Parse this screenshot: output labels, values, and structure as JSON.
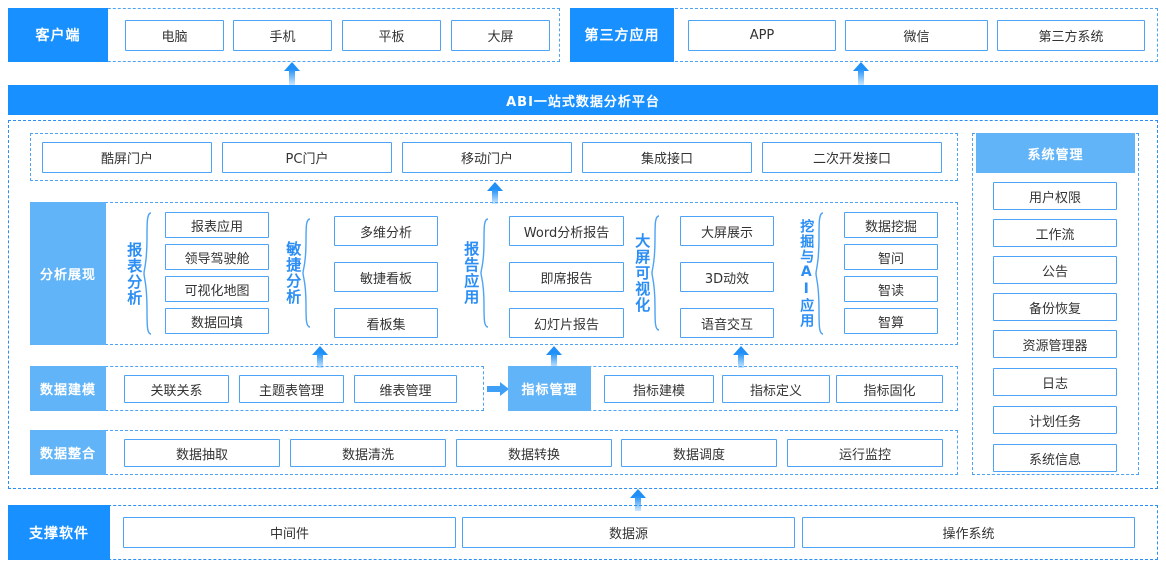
{
  "platform": {
    "title": "ABI一站式数据分析平台"
  },
  "top": {
    "client": {
      "label": "客户端",
      "items": [
        "电脑",
        "手机",
        "平板",
        "大屏"
      ]
    },
    "thirdparty": {
      "label": "第三方应用",
      "items": [
        "APP",
        "微信",
        "第三方系统"
      ]
    }
  },
  "portals": {
    "items": [
      "酷屏门户",
      "PC门户",
      "移动门户",
      "集成接口",
      "二次开发接口"
    ]
  },
  "analysis": {
    "label": "分析展现",
    "groups": [
      {
        "name": "报表分析",
        "items": [
          "报表应用",
          "领导驾驶舱",
          "可视化地图",
          "数据回填"
        ]
      },
      {
        "name": "敏捷分析",
        "items": [
          "多维分析",
          "敏捷看板",
          "看板集"
        ]
      },
      {
        "name": "报告应用",
        "items": [
          "Word分析报告",
          "即席报告",
          "幻灯片报告"
        ]
      },
      {
        "name": "大屏可视化",
        "items": [
          "大屏展示",
          "3D动效",
          "语音交互"
        ]
      },
      {
        "name": "挖掘与AI应用",
        "items": [
          "数据挖掘",
          "智问",
          "智读",
          "智算"
        ]
      }
    ]
  },
  "modeling": {
    "label": "数据建模",
    "items": [
      "关联关系",
      "主题表管理",
      "维表管理"
    ],
    "metric_label": "指标管理",
    "metric_items": [
      "指标建模",
      "指标定义",
      "指标固化"
    ]
  },
  "integration": {
    "label": "数据整合",
    "items": [
      "数据抽取",
      "数据清洗",
      "数据转换",
      "数据调度",
      "运行监控"
    ]
  },
  "sysmgmt": {
    "label": "系统管理",
    "items": [
      "用户权限",
      "工作流",
      "公告",
      "备份恢复",
      "资源管理器",
      "日志",
      "计划任务",
      "系统信息"
    ]
  },
  "support": {
    "label": "支撑软件",
    "items": [
      "中间件",
      "数据源",
      "操作系统"
    ]
  },
  "colors": {
    "primary": "#1890ff",
    "light": "#62b4f8",
    "border": "#4da3f5",
    "arrow": "#1f90f7"
  }
}
